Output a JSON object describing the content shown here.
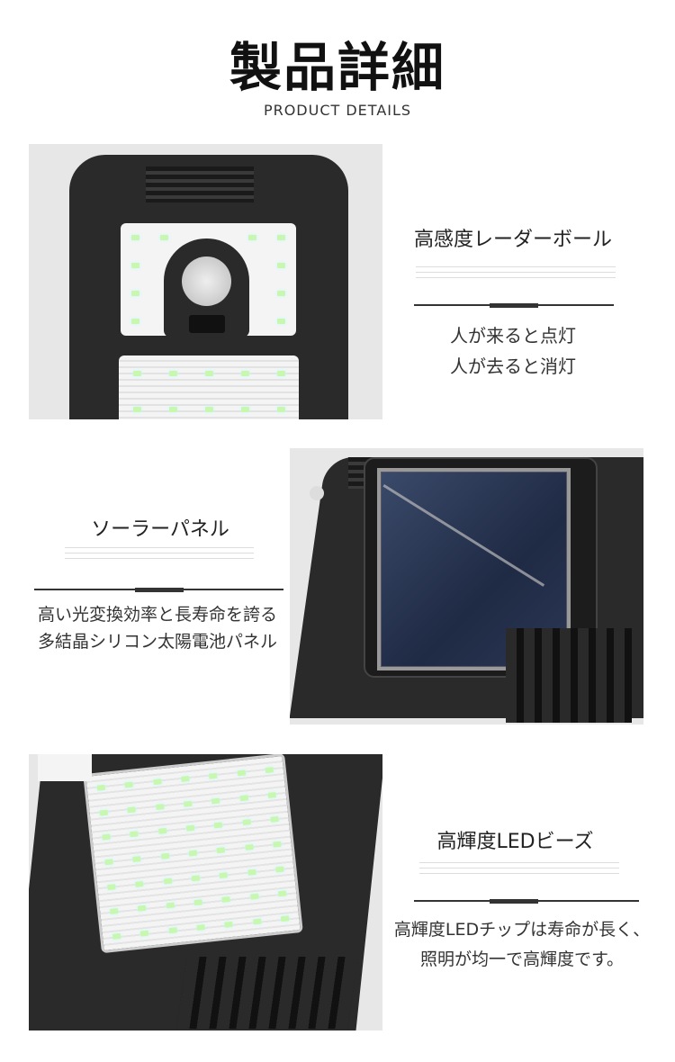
{
  "header": {
    "title": "製品詳細",
    "subtitle": "PRODUCT DETAILS"
  },
  "sections": [
    {
      "title": "高感度レーダーボール",
      "lines": [
        "人が来ると点灯",
        "人が去ると消灯"
      ]
    },
    {
      "title": "ソーラーパネル",
      "lines": [
        "高い光変換効率と長寿命を誇る",
        "多結晶シリコン太陽電池パネル"
      ]
    },
    {
      "title": "高輝度LEDビーズ",
      "lines": [
        "高輝度LEDチップは寿命が長く、",
        "照明が均一で高輝度です。"
      ]
    }
  ]
}
